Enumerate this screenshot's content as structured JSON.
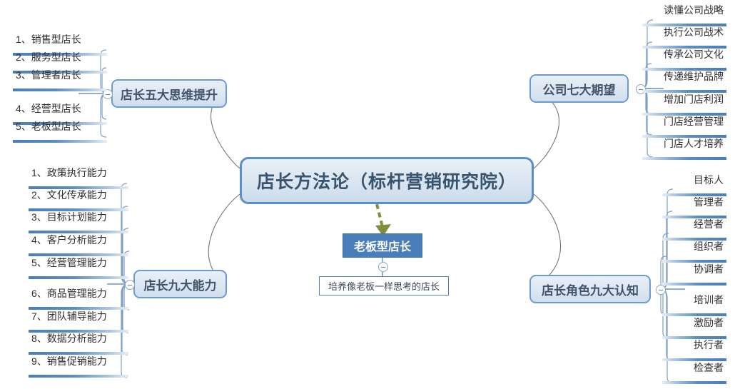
{
  "diagram": {
    "title": "店长方法论（标杆营销研究院）",
    "type": "mindmap",
    "accent_color": "#4a7ebb",
    "node_fill": "#dce6f0",
    "node_border": "#5b8fc7",
    "highlight_fill": "#4a7ebb",
    "highlight_text": "#ffffff",
    "arrow_color": "#7f8f3e",
    "background": "#ffffff"
  },
  "branches": {
    "thinking": {
      "label": "店长五大思维提升",
      "items": [
        "1、销售型店长",
        "2、服务型店长",
        "3、管理者店长",
        "4、经营型店长",
        "5、老板型店长"
      ]
    },
    "skills": {
      "label": "店长九大能力",
      "items": [
        "1、政策执行能力",
        "2、文化传承能力",
        "3、目标计划能力",
        "4、客户分析能力",
        "5、经营管理能力",
        "6、商品管理能力",
        "7、团队辅导能力",
        "8、数据分析能力",
        "9、销售促销能力"
      ]
    },
    "expectations": {
      "label": "公司七大期望",
      "items": [
        "读懂公司战略",
        "执行公司战术",
        "传承公司文化",
        "传递维护品牌",
        "增加门店利润",
        "门店经营管理",
        "门店人才培养"
      ]
    },
    "roles": {
      "label": "店长角色九大认知",
      "items": [
        "目标人",
        "管理者",
        "经营者",
        "组织者",
        "协调者",
        "培训者",
        "激励者",
        "执行者",
        "检查者"
      ]
    }
  },
  "highlight": {
    "label": "老板型店长",
    "caption": "培养像老板一样思考的店长"
  }
}
